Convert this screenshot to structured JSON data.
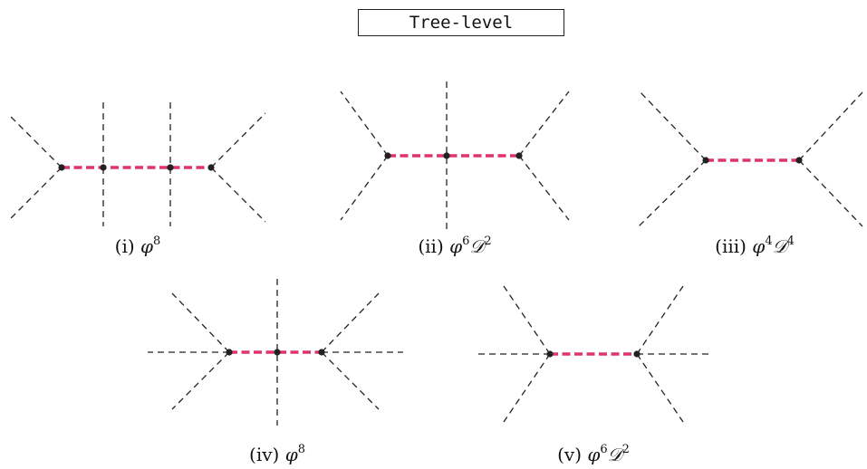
{
  "title": "Tree-level",
  "diagrams": [
    {
      "id": "i",
      "label": "(i)",
      "field": "φ",
      "field_pow": "8",
      "deriv": "",
      "deriv_pow": ""
    },
    {
      "id": "ii",
      "label": "(ii)",
      "field": "φ",
      "field_pow": "6",
      "deriv": "𝒟",
      "deriv_pow": "2"
    },
    {
      "id": "iii",
      "label": "(iii)",
      "field": "φ",
      "field_pow": "4",
      "deriv": "𝒟",
      "deriv_pow": "4"
    },
    {
      "id": "iv",
      "label": "(iv)",
      "field": "φ",
      "field_pow": "8",
      "deriv": "",
      "deriv_pow": ""
    },
    {
      "id": "v",
      "label": "(v)",
      "field": "φ",
      "field_pow": "6",
      "deriv": "𝒟",
      "deriv_pow": "2"
    }
  ],
  "colors": {
    "propagator": "#e0336e",
    "external": "#222222"
  }
}
